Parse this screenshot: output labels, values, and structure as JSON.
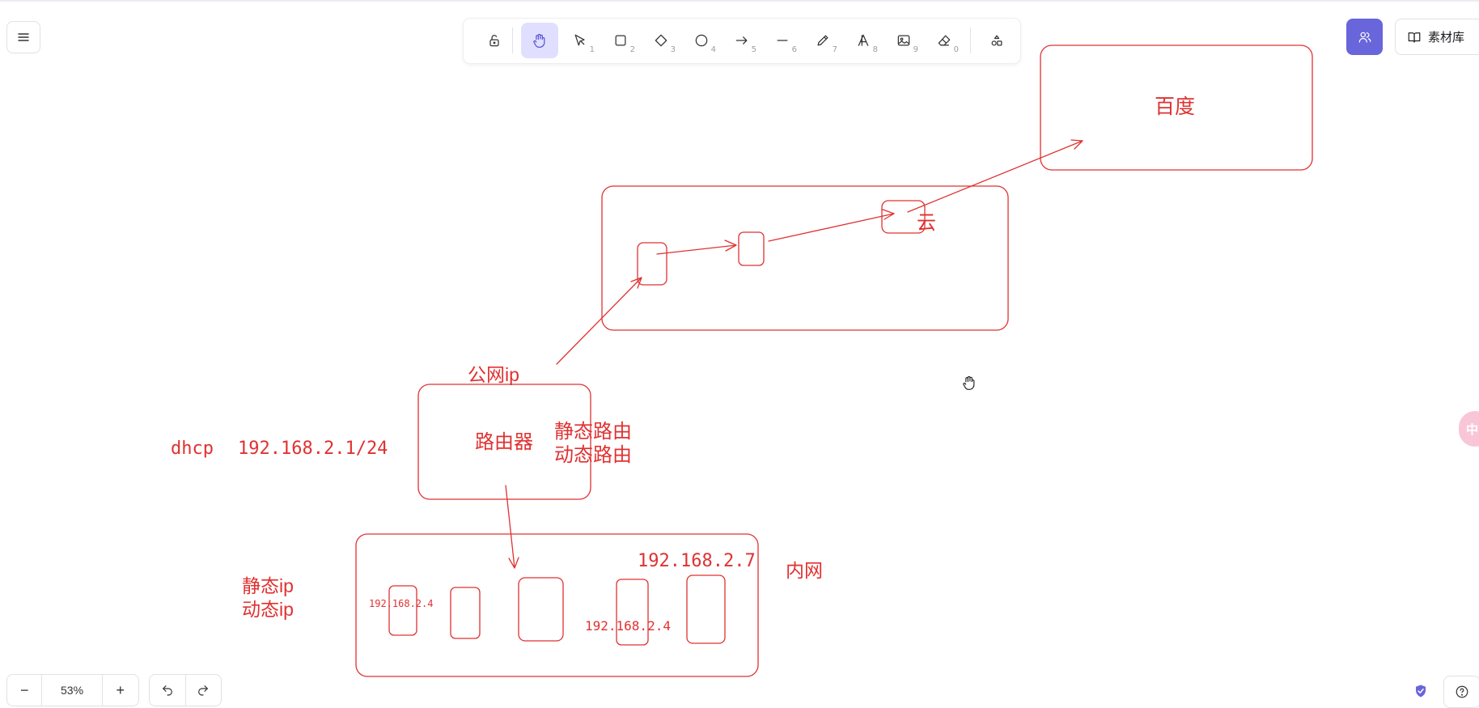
{
  "toolbar": {
    "tools": [
      {
        "name": "lock",
        "key": ""
      },
      {
        "name": "hand",
        "key": ""
      },
      {
        "name": "selection",
        "key": "1"
      },
      {
        "name": "rectangle",
        "key": "2"
      },
      {
        "name": "diamond",
        "key": "3"
      },
      {
        "name": "ellipse",
        "key": "4"
      },
      {
        "name": "arrow",
        "key": "5"
      },
      {
        "name": "line",
        "key": "6"
      },
      {
        "name": "draw",
        "key": "7"
      },
      {
        "name": "text",
        "key": "8"
      },
      {
        "name": "image",
        "key": "9"
      },
      {
        "name": "eraser",
        "key": "0"
      },
      {
        "name": "more-shapes",
        "key": ""
      }
    ],
    "active_tool": "hand"
  },
  "header": {
    "library_label": "素材库"
  },
  "footer": {
    "zoom_out": "−",
    "zoom_level": "53%",
    "zoom_in": "+",
    "side_tab": "中"
  },
  "canvas": {
    "stroke_color": "#e03131",
    "labels": {
      "baidu": "百度",
      "cloud": "云",
      "public_ip": "公网ip",
      "router": "路由器",
      "static_route": "静态路由",
      "dynamic_route": "动态路由",
      "dhcp": "dhcp",
      "gateway_cidr": "192.168.2.1/24",
      "lan_ip_top": "192.168.2.7",
      "intranet": "内网",
      "static_ip": "静态ip",
      "dynamic_ip": "动态ip",
      "device_ip_small": "192.168.2.4",
      "device_ip": "192.168.2.4"
    }
  },
  "colors": {
    "accent": "#6965db",
    "active_tool_bg": "#e0dfff",
    "drawing": "#e03131"
  }
}
